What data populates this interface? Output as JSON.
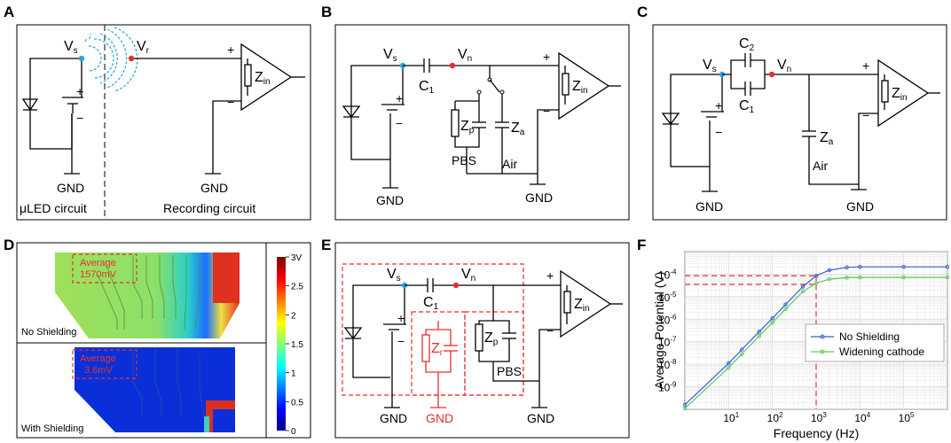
{
  "panels": {
    "a": {
      "label": "A",
      "vs": "V",
      "vs_sub": "s",
      "vr": "V",
      "vr_sub": "r",
      "zin": "Z",
      "zin_sub": "in",
      "gnd1": "GND",
      "gnd2": "GND",
      "caption_left": "μLED circuit",
      "caption_right": "Recording circuit"
    },
    "b": {
      "label": "B",
      "vs": "V",
      "vs_sub": "s",
      "vn": "V",
      "vn_sub": "n",
      "c1": "C",
      "c1_sub": "1",
      "zp": "Z",
      "zp_sub": "p",
      "za": "Z",
      "za_sub": "a",
      "zin": "Z",
      "zin_sub": "in",
      "pbs": "PBS",
      "air": "Air",
      "gnd1": "GND",
      "gnd2": "GND"
    },
    "c": {
      "label": "C",
      "vs": "V",
      "vs_sub": "s",
      "vn": "V",
      "vn_sub": "n",
      "c1": "C",
      "c1_sub": "1",
      "c2": "C",
      "c2_sub": "2",
      "za": "Z",
      "za_sub": "a",
      "zin": "Z",
      "zin_sub": "in",
      "air": "Air",
      "gnd1": "GND",
      "gnd2": "GND"
    },
    "d": {
      "label": "D",
      "top_caption": "No Shielding",
      "bottom_caption": "With Shielding",
      "top_avg1": "Average",
      "top_avg2": "1570mV",
      "bottom_avg1": "Average",
      "bottom_avg2": "3.6mV",
      "colorbar_ticks": [
        "3V",
        "2.5",
        "2",
        "1.5",
        "1",
        "0.5",
        "0"
      ]
    },
    "e": {
      "label": "E",
      "vs": "V",
      "vs_sub": "s",
      "vn": "V",
      "vn_sub": "n",
      "c1": "C",
      "c1_sub": "1",
      "zr": "Z",
      "zr_sub": "r",
      "zp": "Z",
      "zp_sub": "p",
      "zin": "Z",
      "zin_sub": "in",
      "pbs": "PBS",
      "gnd1": "GND",
      "gnd_red": "GND",
      "gnd2": "GND"
    },
    "f": {
      "label": "F"
    }
  },
  "chart_data": {
    "type": "line",
    "title": "",
    "xlabel": "Frequency (Hz)",
    "ylabel": "Average Potential (V)",
    "xscale": "log",
    "yscale": "log",
    "xlim": [
      1,
      1000000
    ],
    "ylim": [
      1e-10,
      0.001
    ],
    "x_ticks": [
      {
        "v": 10,
        "b": "10",
        "e": "1"
      },
      {
        "v": 100,
        "b": "10",
        "e": "2"
      },
      {
        "v": 1000,
        "b": "10",
        "e": "3"
      },
      {
        "v": 10000,
        "b": "10",
        "e": "4"
      },
      {
        "v": 100000,
        "b": "10",
        "e": "5"
      }
    ],
    "y_ticks": [
      {
        "v": 0.0001,
        "b": "10",
        "e": "-4"
      },
      {
        "v": 1e-05,
        "b": "10",
        "e": "-5"
      },
      {
        "v": 1e-06,
        "b": "10",
        "e": "-6"
      },
      {
        "v": 1e-07,
        "b": "10",
        "e": "-7"
      },
      {
        "v": 1e-08,
        "b": "10",
        "e": "-8"
      },
      {
        "v": 1e-09,
        "b": "10",
        "e": "-9"
      }
    ],
    "grid": true,
    "legend_position": "right",
    "x": [
      1,
      10,
      20,
      50,
      100,
      200,
      500,
      1000,
      2000,
      5000,
      10000,
      100000,
      1000000
    ],
    "series": [
      {
        "name": "No Shielding",
        "color": "#3b5bdb",
        "values": [
          1.6e-10,
          1.1e-08,
          4.5e-08,
          2.8e-07,
          1.1e-06,
          4.5e-06,
          2.8e-05,
          8.5e-05,
          0.00015,
          0.0002,
          0.00021,
          0.00021,
          0.00021
        ]
      },
      {
        "name": "Widening cathode",
        "color": "#5ec95e",
        "values": [
          1.1e-10,
          7e-09,
          2.8e-08,
          1.8e-07,
          7e-07,
          2.8e-06,
          1.7e-05,
          4e-05,
          6e-05,
          7e-05,
          7.2e-05,
          7.2e-05,
          7.2e-05
        ]
      }
    ],
    "reference_lines": {
      "h": [
        8.5e-05,
        3.5e-05
      ],
      "v": [
        1000
      ]
    }
  }
}
